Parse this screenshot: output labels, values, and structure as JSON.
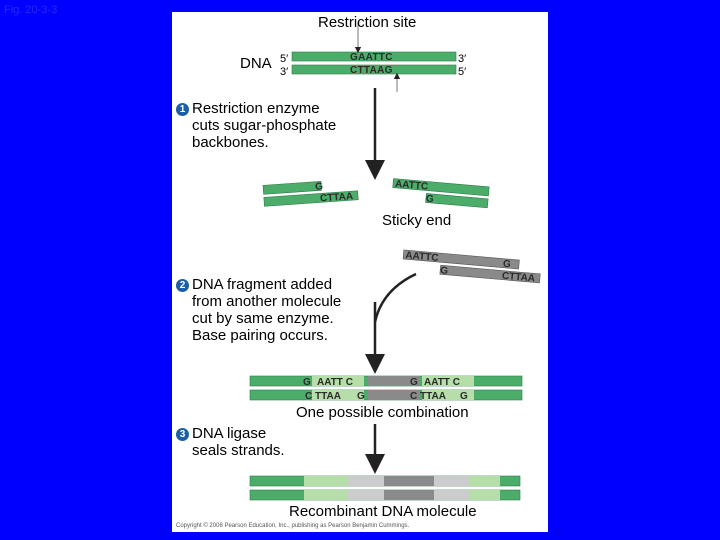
{
  "figure_label": "Fig. 20-3-3",
  "title": "Restriction site",
  "dna": {
    "label": "DNA",
    "top_left_end": "5′",
    "bottom_left_end": "3′",
    "top_right_end": "3′",
    "bottom_right_end": "5′",
    "top_site": "GAATTC",
    "bottom_site": "CTTAAG"
  },
  "steps": [
    {
      "number": "1",
      "lines": [
        "Restriction enzyme",
        "cuts sugar-phosphate",
        "backbones."
      ]
    },
    {
      "number": "2",
      "lines": [
        "DNA fragment added",
        "from another molecule",
        "cut by same enzyme.",
        "Base pairing occurs."
      ]
    },
    {
      "number": "3",
      "lines": [
        "DNA ligase",
        "seals strands."
      ]
    }
  ],
  "sticky_end_label": "Sticky end",
  "combination_label": "One possible combination",
  "recombinant_label": "Recombinant DNA molecule",
  "fragment_letters": {
    "g": "G",
    "cttaa": "CTTAA",
    "aattc": "AATTC",
    "aatt_c": "AATT C",
    "c_ttaa": "C TTAA"
  },
  "copyright": "Copyright © 2008 Pearson Education, Inc., publishing as Pearson Benjamin Cummings.",
  "colors": {
    "background": "#0000ff",
    "strand_green": "#4cad6b",
    "strand_gray": "#8a8a8a",
    "light_green": "#b6dea9",
    "light_gray": "#cccccc",
    "step_badge": "#1b5fa8"
  }
}
